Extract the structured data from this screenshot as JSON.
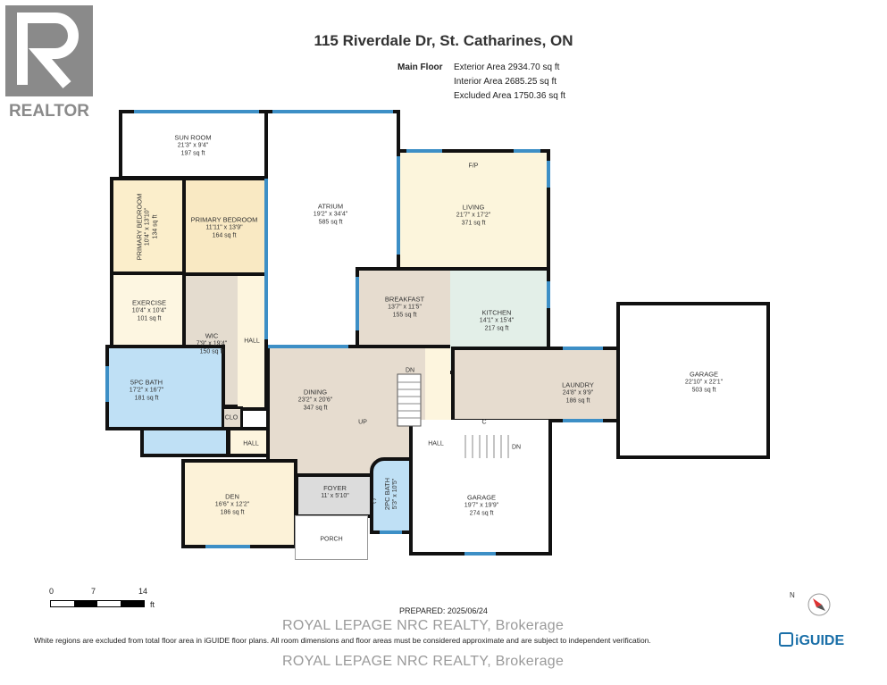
{
  "title": "115 Riverdale Dr, St. Catharines, ON",
  "floor_label": "Main Floor",
  "areas": [
    "Exterior Area 2934.70 sq ft",
    "Interior Area 2685.25 sq ft",
    "Excluded Area 1750.36 sq ft"
  ],
  "logo_text": "REALTOR",
  "rooms": [
    {
      "name": "SUN ROOM",
      "dim": "21'3\" x 9'4\"",
      "area": "197 sq ft",
      "color": "#ffffff"
    },
    {
      "name": "ATRIUM",
      "dim": "19'2\" x 34'4\"",
      "area": "585 sq ft",
      "color": "#ffffff"
    },
    {
      "name": "PRIMARY BEDROOM",
      "dim": "10'4\" x 13'10\"",
      "area": "134 sq ft",
      "color": "#fbeecb"
    },
    {
      "name": "PRIMARY BEDROOM",
      "dim": "11'11\" x 13'9\"",
      "area": "164 sq ft",
      "color": "#f9e9c3"
    },
    {
      "name": "EXERCISE",
      "dim": "10'4\" x 10'4\"",
      "area": "101 sq ft",
      "color": "#fdf6e1"
    },
    {
      "name": "WIC",
      "dim": "7'9\" x 19'4\"",
      "area": "150 sq ft",
      "color": "#e4dccf"
    },
    {
      "name": "5PC BATH",
      "dim": "17'2\" x 16'7\"",
      "area": "181 sq ft",
      "color": "#bfe0f5"
    },
    {
      "name": "DINING",
      "dim": "23'2\" x 20'6\"",
      "area": "347 sq ft",
      "color": "#e6dccf"
    },
    {
      "name": "DEN",
      "dim": "16'6\" x 12'2\"",
      "area": "186 sq ft",
      "color": "#fcf2d8"
    },
    {
      "name": "FOYER",
      "dim": "11' x 5'10\"",
      "area": "",
      "color": "#dcdcdc"
    },
    {
      "name": "2PC BATH",
      "dim": "5'3\" x 10'5\"",
      "area": "",
      "color": "#bfe0f5"
    },
    {
      "name": "LIVING",
      "dim": "21'7\" x 17'2\"",
      "area": "371 sq ft",
      "color": "#fcf5dc"
    },
    {
      "name": "BREAKFAST",
      "dim": "13'7\" x 11'5\"",
      "area": "155 sq ft",
      "color": "#e6dccf"
    },
    {
      "name": "KITCHEN",
      "dim": "14'1\" x 15'4\"",
      "area": "217 sq ft",
      "color": "#e3efe8"
    },
    {
      "name": "LAUNDRY",
      "dim": "24'8\" x 9'9\"",
      "area": "186 sq ft",
      "color": "#e6dccf"
    },
    {
      "name": "GARAGE",
      "dim": "22'10\" x 22'1\"",
      "area": "503 sq ft",
      "color": "#ffffff"
    },
    {
      "name": "GARAGE",
      "dim": "19'7\" x 19'9\"",
      "area": "274 sq ft",
      "color": "#ffffff"
    }
  ],
  "minor_labels": {
    "hall": "HALL",
    "clo": "CLO",
    "porch": "PORCH",
    "closet": "C",
    "up": "UP",
    "down": "DN",
    "fireplace": "F/P"
  },
  "scale": {
    "ticks": [
      "0",
      "7",
      "14"
    ],
    "unit": "ft"
  },
  "prepared": "PREPARED: 2025/06/24",
  "disclaimer": "White regions are excluded from total floor area in iGUIDE floor plans. All room dimensions and floor areas must be considered approximate and are subject to independent verification.",
  "brand": "iGUIDE",
  "compass_label": "N",
  "watermark": "ROYAL LEPAGE NRC REALTY, Brokerage",
  "colors": {
    "wall": "#111111",
    "window": "#3d8fc6",
    "brand": "#1a6fa8"
  }
}
